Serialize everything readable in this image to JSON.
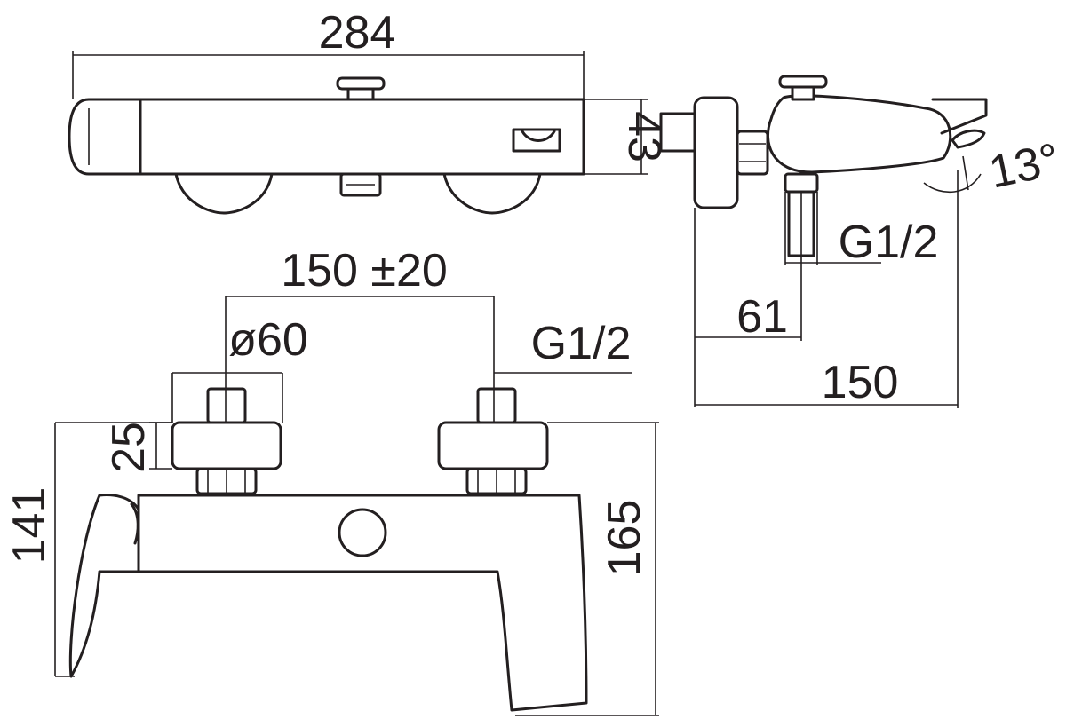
{
  "dimensions": {
    "overall_length": "284",
    "body_height": "43",
    "angle": "13°",
    "inlet_thread_side": "G1/2",
    "wall_to_inlet": "61",
    "projection": "150",
    "centers": "150 ±20",
    "flange_diameter": "ø60",
    "inlet_thread_front": "G1/2",
    "flange_height": "25",
    "spout_height": "141",
    "overall_height": "165"
  }
}
